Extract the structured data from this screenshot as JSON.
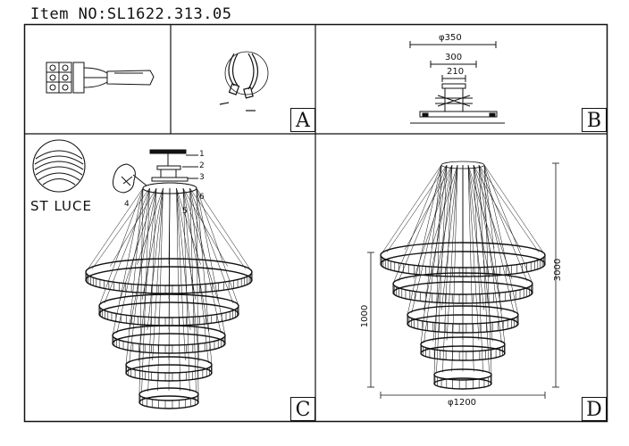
{
  "header": {
    "item_label": "Item NO:SL1622.313.05"
  },
  "brand": {
    "name": "ST LUCE"
  },
  "panels": {
    "a": {
      "letter": "A"
    },
    "b": {
      "letter": "B",
      "dims": {
        "top": "φ350",
        "middle": "300",
        "bottom": "210"
      }
    },
    "c": {
      "letter": "C",
      "part_numbers": [
        "1",
        "2",
        "3",
        "4",
        "5",
        "6"
      ]
    },
    "d": {
      "letter": "D",
      "dims": {
        "height_total": "3000",
        "height_body": "1000",
        "diameter": "φ1200"
      }
    }
  },
  "colors": {
    "line": "#111111",
    "background": "#ffffff"
  }
}
